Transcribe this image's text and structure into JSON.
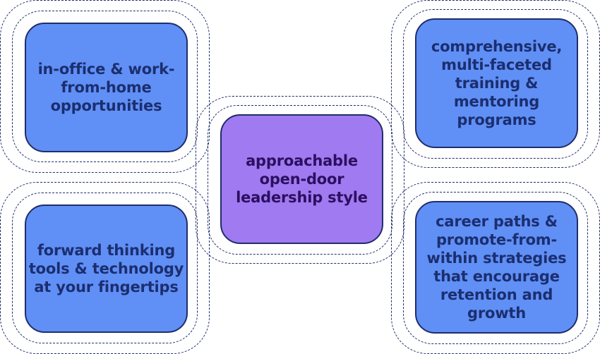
{
  "diagram": {
    "colors": {
      "box_blue": "#6090f6",
      "box_purple": "#a07af0",
      "outline": "#1f2d6b",
      "text_blue": "#1c2e6f",
      "text_purple": "#2b1060"
    },
    "center": {
      "label": "approachable open-door leadership style"
    },
    "top_left": {
      "label": "in-office & work-from-home opportunities"
    },
    "bottom_left": {
      "label": "forward thinking tools & technology at your fingertips"
    },
    "top_right": {
      "label": "comprehensive, multi-faceted training & mentoring programs"
    },
    "bottom_right": {
      "label": "career paths & promote-from-within strategies that encourage retention and growth"
    }
  }
}
